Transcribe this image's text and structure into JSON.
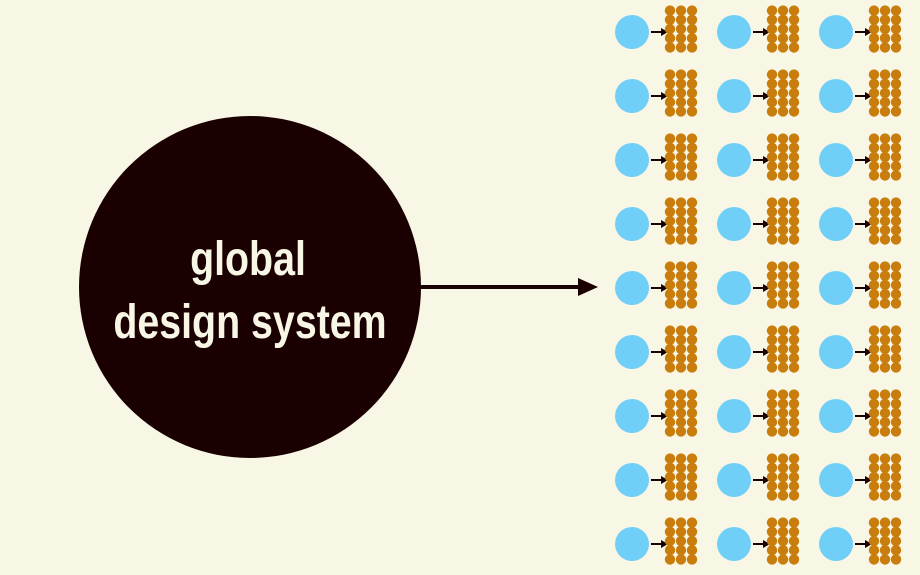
{
  "hub": {
    "line1": "global",
    "line2": "design system"
  },
  "grid": {
    "rows": 9,
    "columns": 3,
    "dots_rows_per_cluster": 5,
    "dots_cols_per_cluster": 3
  },
  "colors": {
    "background": "#f8f6e4",
    "hub_fill": "#1a0000",
    "hub_text": "#f8f6e4",
    "arrow": "#1a0000",
    "node": "#70cff7",
    "dot": "#c87d0c"
  }
}
